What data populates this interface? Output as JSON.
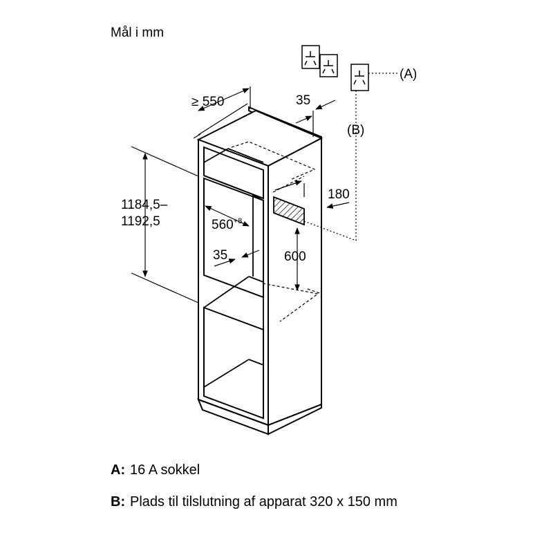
{
  "units_note": "Mål i mm",
  "dimensions": {
    "depth": "≥ 550",
    "top_gap": "35",
    "height_line1": "1184,5–",
    "height_line2": "1192,5",
    "width": "560",
    "width_tolerance": "+8",
    "side_gap": "35",
    "socket_offset": "180",
    "socket_height": "600"
  },
  "callouts": {
    "a": "(A)",
    "b": "(B)"
  },
  "legend": [
    {
      "key": "A:",
      "text": "16 A sokkel"
    },
    {
      "key": "B:",
      "text": "Plads til tilslutning af apparat 320 x 150 mm"
    }
  ]
}
